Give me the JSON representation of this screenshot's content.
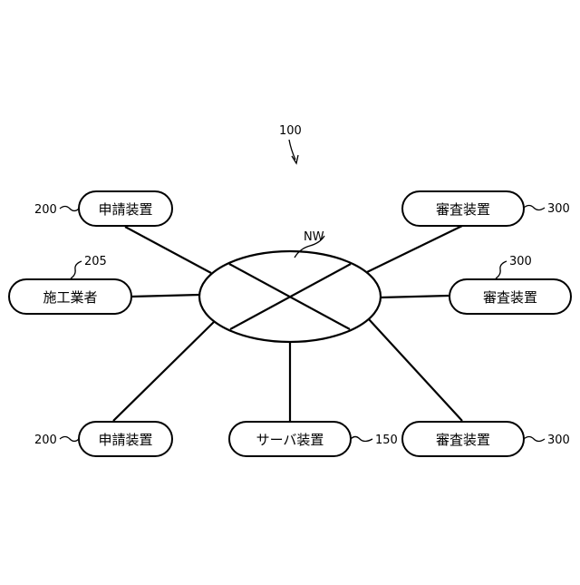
{
  "diagram": {
    "system_ref": "100",
    "network_label": "NW",
    "nodes": {
      "applicant_top": {
        "label": "申請装置",
        "ref": "200"
      },
      "contractor": {
        "label": "施工業者",
        "ref": "205"
      },
      "applicant_bottom": {
        "label": "申請装置",
        "ref": "200"
      },
      "server": {
        "label": "サーバ装置",
        "ref": "150"
      },
      "reviewer_top": {
        "label": "審査装置",
        "ref": "300"
      },
      "reviewer_mid": {
        "label": "審査装置",
        "ref": "300"
      },
      "reviewer_bottom": {
        "label": "審査装置",
        "ref": "300"
      }
    }
  }
}
